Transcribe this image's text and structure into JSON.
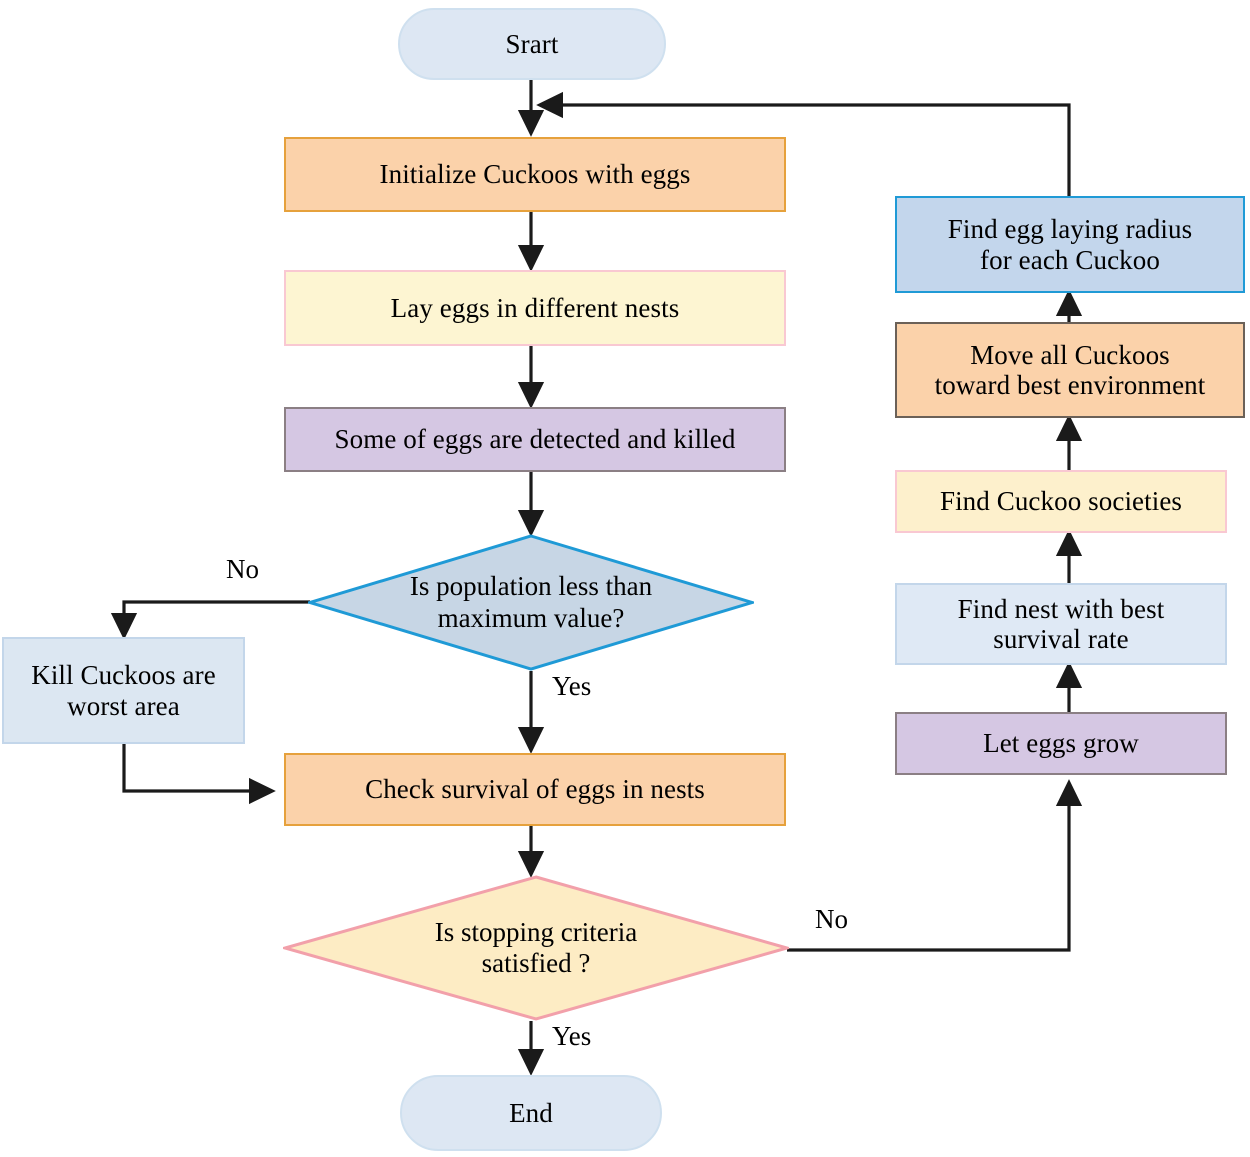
{
  "diagram": {
    "title": "Cuckoo Optimization Algorithm flowchart",
    "nodes": {
      "start": {
        "label": "Srart",
        "shape": "terminator",
        "fill": "#dde7f3",
        "stroke": "#cfe0ef"
      },
      "init": {
        "label": "Initialize Cuckoos with eggs",
        "shape": "process",
        "fill": "#fbd2aa",
        "stroke": "#e6a13c"
      },
      "lay": {
        "label": "Lay eggs in different nests",
        "shape": "process",
        "fill": "#fdf5d2",
        "stroke": "#f9c8d2"
      },
      "killed": {
        "label": "Some of eggs are detected and killed",
        "shape": "process",
        "fill": "#d5c7e3",
        "stroke": "#8b7f84"
      },
      "popcheck": {
        "label": "Is population less than\nmaximum value?",
        "shape": "decision",
        "fill": "#c7d6e5",
        "stroke": "#1f9ad6"
      },
      "killcuckoos": {
        "label": "Kill Cuckoos are\nworst area",
        "shape": "process",
        "fill": "#dce7f2",
        "stroke": "#c3d6ea"
      },
      "checksurv": {
        "label": "Check survival of eggs in nests",
        "shape": "process",
        "fill": "#fbd2aa",
        "stroke": "#e6a13c"
      },
      "stopcheck": {
        "label": "Is stopping criteria\nsatisfied ?",
        "shape": "decision",
        "fill": "#fdecc4",
        "stroke": "#f2a0aa"
      },
      "end": {
        "label": "End",
        "shape": "terminator",
        "fill": "#dde7f3",
        "stroke": "#cfe0ef"
      },
      "radius": {
        "label": "Find egg laying radius\nfor each Cuckoo",
        "shape": "process",
        "fill": "#c3d6ec",
        "stroke": "#1f9ad6"
      },
      "move": {
        "label": "Move all Cuckoos\ntoward best environment",
        "shape": "process",
        "fill": "#fbd2aa",
        "stroke": "#6b6158"
      },
      "societies": {
        "label": "Find Cuckoo societies",
        "shape": "process",
        "fill": "#fdf0cc",
        "stroke": "#f9c8d2"
      },
      "bestnest": {
        "label": "Find nest with best\nsurvival rate",
        "shape": "process",
        "fill": "#dfe9f5",
        "stroke": "#c3d6ea"
      },
      "grow": {
        "label": "Let eggs grow",
        "shape": "process",
        "fill": "#d5c7e3",
        "stroke": "#8b7f84"
      }
    },
    "edge_labels": {
      "pop_no": "No",
      "pop_yes": "Yes",
      "stop_no": "No",
      "stop_yes": "Yes"
    },
    "edges": [
      {
        "from": "start",
        "to": "init",
        "label": ""
      },
      {
        "from": "init",
        "to": "lay",
        "label": ""
      },
      {
        "from": "lay",
        "to": "killed",
        "label": ""
      },
      {
        "from": "killed",
        "to": "popcheck",
        "label": ""
      },
      {
        "from": "popcheck",
        "to": "killcuckoos",
        "label": "No"
      },
      {
        "from": "popcheck",
        "to": "checksurv",
        "label": "Yes"
      },
      {
        "from": "killcuckoos",
        "to": "checksurv",
        "label": ""
      },
      {
        "from": "checksurv",
        "to": "stopcheck",
        "label": ""
      },
      {
        "from": "stopcheck",
        "to": "end",
        "label": "Yes"
      },
      {
        "from": "stopcheck",
        "to": "grow",
        "label": "No"
      },
      {
        "from": "grow",
        "to": "bestnest",
        "label": ""
      },
      {
        "from": "bestnest",
        "to": "societies",
        "label": ""
      },
      {
        "from": "societies",
        "to": "move",
        "label": ""
      },
      {
        "from": "move",
        "to": "radius",
        "label": ""
      },
      {
        "from": "radius",
        "to": "init",
        "label": ""
      }
    ],
    "arrow_color": "#1a1a1a"
  }
}
